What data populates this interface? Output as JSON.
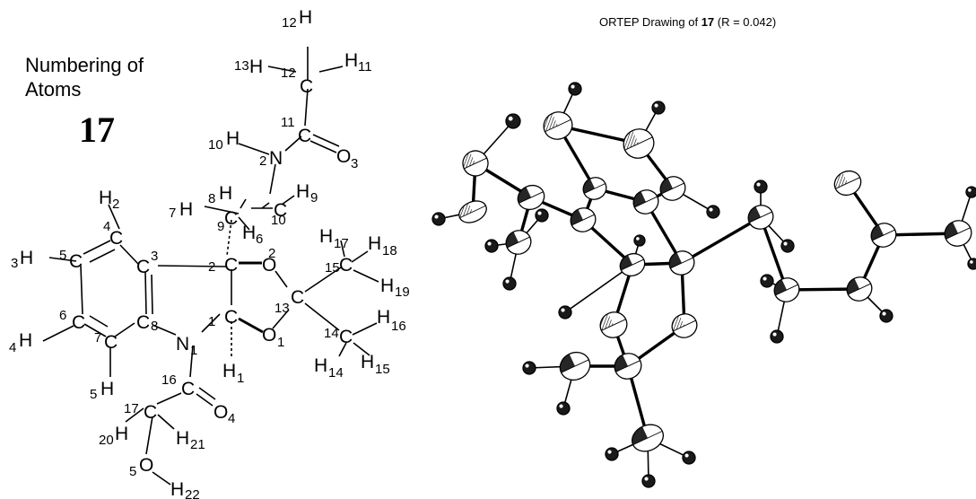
{
  "left_panel": {
    "heading_line1": "Numbering of",
    "heading_line2": "Atoms",
    "compound": "17"
  },
  "ortep": {
    "title_prefix": "ORTEP Drawing of ",
    "title_bold": "17",
    "title_suffix": " (R = 0.042)"
  },
  "atoms": {
    "C1": "C",
    "C2": "C",
    "C3": "C",
    "C4": "C",
    "C5": "C",
    "C6": "C",
    "C7": "C",
    "C8": "C",
    "C9": "C",
    "C10": "C",
    "C11": "C",
    "C12": "C",
    "C13": "C",
    "C14": "C",
    "C15": "C",
    "C16": "C",
    "C17": "C",
    "N1": "N",
    "N2": "N",
    "O1": "O",
    "O2": "O",
    "O3": "O",
    "O4": "O",
    "O5": "O",
    "H": "H"
  },
  "numbers": {
    "n1": "1",
    "n2": "2",
    "n3": "3",
    "n4": "4",
    "n5": "5",
    "n6": "6",
    "n7": "7",
    "n8": "8",
    "n9": "9",
    "n10": "10",
    "n11": "11",
    "n12": "12",
    "n13": "13",
    "n14": "14",
    "n15": "15",
    "n16": "16",
    "n17": "17",
    "n18": "18",
    "n19": "19",
    "n20": "20",
    "n21": "21",
    "n22": "22"
  }
}
